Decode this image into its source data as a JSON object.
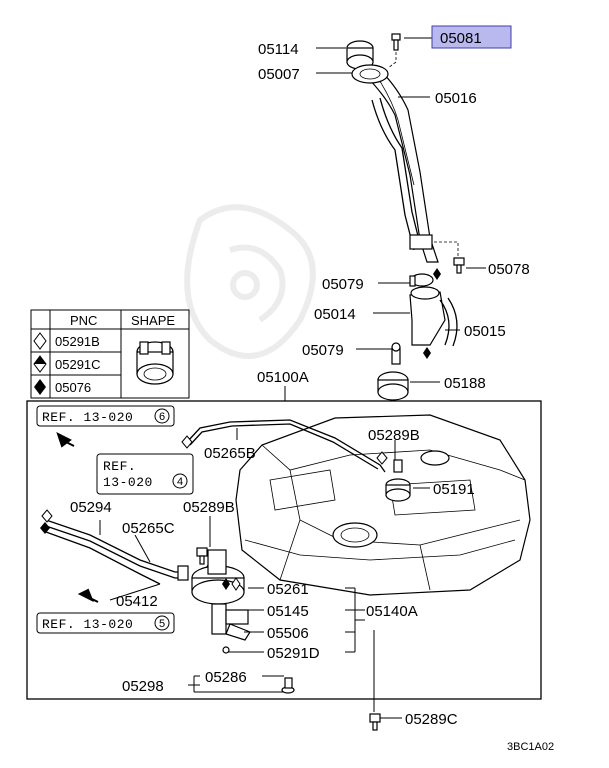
{
  "labels": {
    "p05081": "05081",
    "p05114": "05114",
    "p05007": "05007",
    "p05016": "05016",
    "p05078": "05078",
    "p05079a": "05079",
    "p05014": "05014",
    "p05015": "05015",
    "p05079b": "05079",
    "p05188": "05188",
    "p05100A": "05100A",
    "p05289B_top": "05289B",
    "p05265B": "05265B",
    "p05191": "05191",
    "p05294": "05294",
    "p05289B_mid": "05289B",
    "p05265C": "05265C",
    "p05412": "05412",
    "p05261": "05261",
    "p05145": "05145",
    "p05506": "05506",
    "p05291D": "05291D",
    "p05140A": "05140A",
    "p05286": "05286",
    "p05298": "05298",
    "p05289C": "05289C"
  },
  "refs": {
    "ref_top": "REF. 13-020",
    "ref_top_num": "6",
    "ref_mid_line1": "REF.",
    "ref_mid_line2": "13-020",
    "ref_mid_num": "4",
    "ref_bot": "REF. 13-020",
    "ref_bot_num": "5"
  },
  "legend": {
    "col_pnc": "PNC",
    "col_shape": "SHAPE",
    "rows": [
      "05291B",
      "05291C",
      "05076"
    ]
  },
  "footer_code": "3BC1A02",
  "colors": {
    "highlight": "#b9b9f0",
    "line": "#000000"
  }
}
